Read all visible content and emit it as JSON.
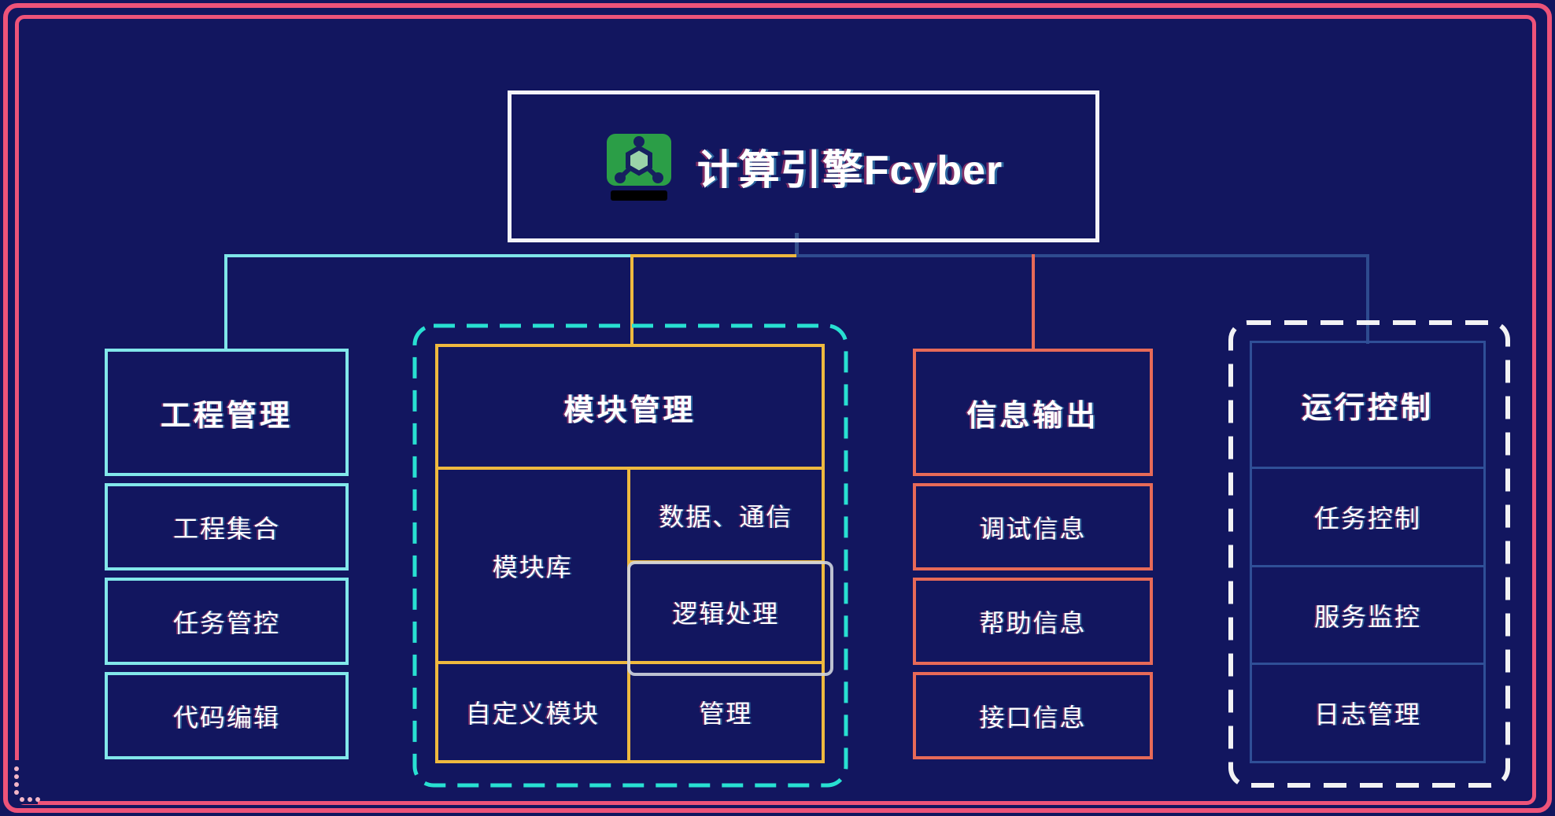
{
  "title": {
    "text": "计算引擎Fcyber"
  },
  "branches": {
    "project": {
      "header": "工程管理",
      "items": [
        "工程集合",
        "任务管控",
        "代码编辑"
      ]
    },
    "module": {
      "header": "模块管理",
      "cells": {
        "library": "模块库",
        "data_comm": "数据、通信",
        "logic": "逻辑处理",
        "custom": "自定义模块",
        "manage": "管理"
      }
    },
    "info": {
      "header": "信息输出",
      "items": [
        "调试信息",
        "帮助信息",
        "接口信息"
      ]
    },
    "run": {
      "header": "运行控制",
      "items": [
        "任务控制",
        "服务监控",
        "日志管理"
      ]
    }
  },
  "colors": {
    "background": "#12165f",
    "frame_pink": "#ee5379",
    "title_border": "#f3f3fa",
    "branch_cyan": "#82e7ea",
    "branch_yellow": "#eeb93f",
    "branch_salmon": "#e76a58",
    "branch_steel_blue": "#2f4f97",
    "dashed_teal": "#28e0d2",
    "dashed_white": "#f2f2f4",
    "icon_green": "#2b9e47",
    "highlight_ring": "#d0d4de"
  }
}
